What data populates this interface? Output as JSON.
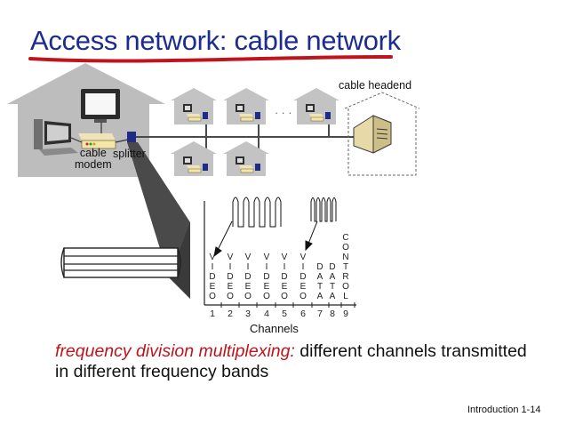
{
  "title": "Access network: cable network",
  "labels": {
    "cable_headend": "cable headend",
    "cable_modem": "cable\nmodem",
    "splitter": "splitter",
    "ellipsis": "· · ·",
    "channels_axis": "Channels"
  },
  "channels": [
    {
      "number": "1",
      "letters": [
        "V",
        "I",
        "D",
        "E",
        "O"
      ]
    },
    {
      "number": "2",
      "letters": [
        "V",
        "I",
        "D",
        "E",
        "O"
      ]
    },
    {
      "number": "3",
      "letters": [
        "V",
        "I",
        "D",
        "E",
        "O"
      ]
    },
    {
      "number": "4",
      "letters": [
        "V",
        "I",
        "D",
        "E",
        "O"
      ]
    },
    {
      "number": "5",
      "letters": [
        "V",
        "I",
        "D",
        "E",
        "O"
      ]
    },
    {
      "number": "6",
      "letters": [
        "V",
        "I",
        "D",
        "E",
        "O"
      ]
    },
    {
      "number": "7",
      "letters": [
        "D",
        "A",
        "T",
        "A"
      ]
    },
    {
      "number": "8",
      "letters": [
        "D",
        "A",
        "T",
        "A"
      ]
    },
    {
      "number": "9",
      "letters": [
        "C",
        "O",
        "N",
        "T",
        "R",
        "O",
        "L"
      ]
    }
  ],
  "caption": {
    "emphasis": "frequency division multiplexing:",
    "line1_rest": " different channels transmitted",
    "line2": "in different frequency bands"
  },
  "footer": "Introduction 1-14",
  "colors": {
    "title": "#1c2c8f",
    "title_underline": "#c0141c",
    "emphasis": "#c0141c",
    "house": "#bdbdbd",
    "cable_line": "#4a4a4a",
    "splitter": "#1f2c86",
    "modem": "#f3e6a8"
  }
}
